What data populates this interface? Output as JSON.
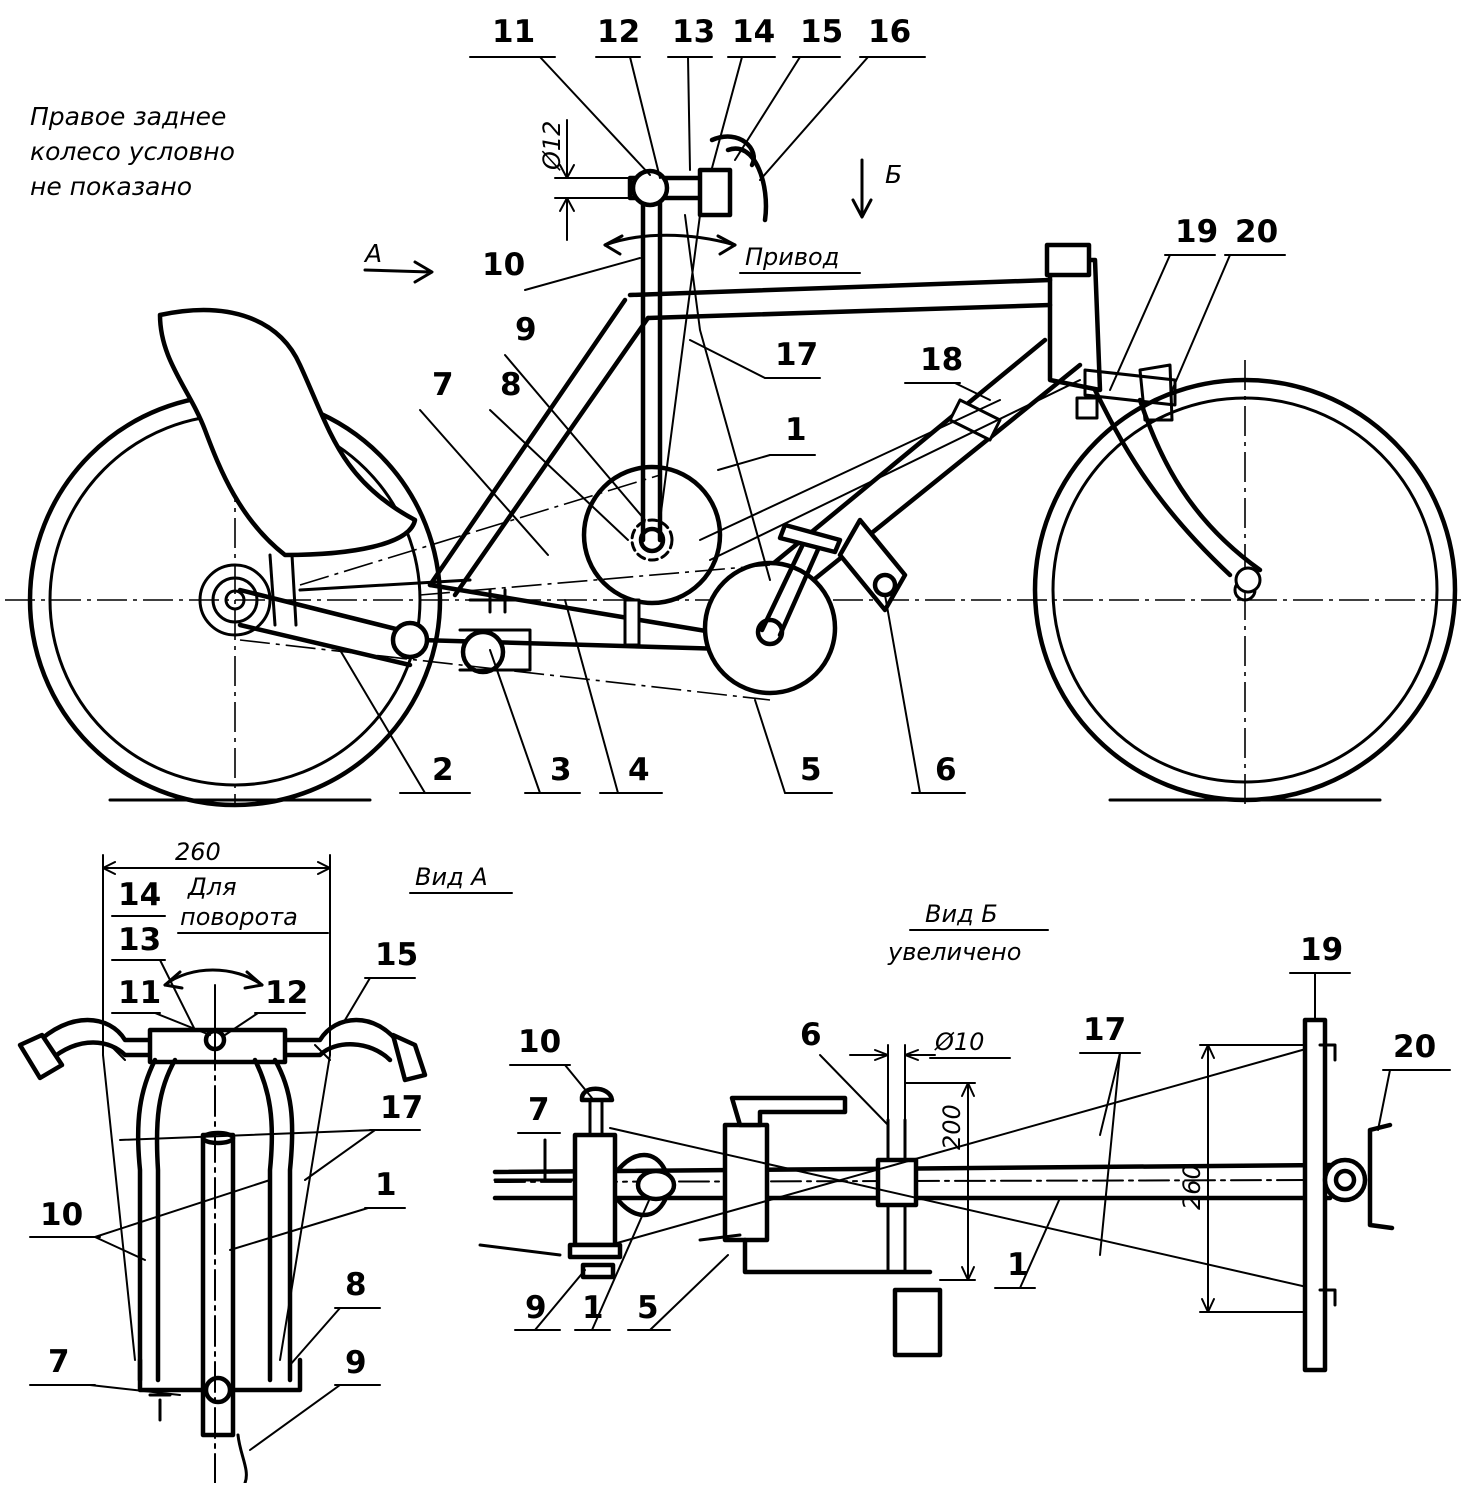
{
  "note": {
    "line1": "Правое заднее",
    "line2": "колесо условно",
    "line3": "не показано"
  },
  "main_view": {
    "arrow_a": "A",
    "arrow_b": "Б",
    "drive_label": "Привод",
    "dia12": "Ø12",
    "callouts": {
      "c1": "1",
      "c2": "2",
      "c3": "3",
      "c4": "4",
      "c5": "5",
      "c6": "6",
      "c7": "7",
      "c8": "8",
      "c9": "9",
      "c10": "10",
      "c11": "11",
      "c12": "12",
      "c13": "13",
      "c14": "14",
      "c15": "15",
      "c16": "16",
      "c17": "17",
      "c18": "18",
      "c19": "19",
      "c20": "20"
    }
  },
  "view_a": {
    "title": "Вид А",
    "dim_260": "260",
    "turn_label1": "Для",
    "turn_label2": "поворота",
    "callouts": {
      "c14": "14",
      "c13": "13",
      "c11": "11",
      "c12": "12",
      "c15": "15",
      "c17": "17",
      "c10": "10",
      "c1": "1",
      "c8": "8",
      "c7": "7",
      "c9": "9"
    }
  },
  "view_b": {
    "title1": "Вид Б",
    "title2": "увеличено",
    "dia10": "Ø10",
    "dim_200": "200",
    "dim_260": "260",
    "callouts": {
      "c10": "10",
      "c7": "7",
      "c6": "6",
      "c17": "17",
      "c19": "19",
      "c20": "20",
      "c1a": "1",
      "c1b": "1",
      "c9": "9",
      "c5": "5"
    }
  }
}
